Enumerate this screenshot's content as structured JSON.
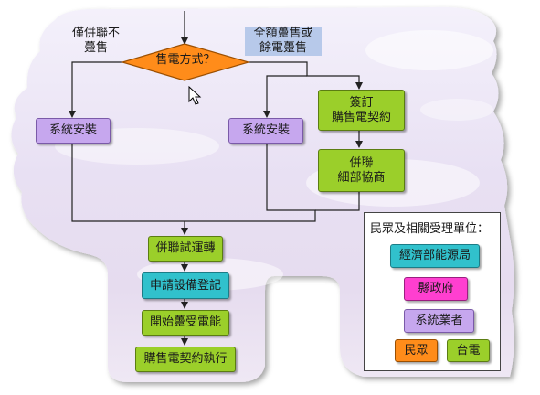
{
  "decision": {
    "label": "售電方式？"
  },
  "branches": {
    "left": "僅併聯不\n躉售",
    "right": "全額躉售或\n餘電躉售"
  },
  "nodes": {
    "left_install": "系統安裝",
    "right_install": "系統安裝",
    "sign_contract": "簽訂\n購售電契約",
    "grid_negotiation": "併聯\n細部協商",
    "trial_run": "併聯試運轉",
    "register": "申請設備登記",
    "start_sale": "開始躉受電能",
    "execute_contract": "購售電契約執行"
  },
  "legend": {
    "title": "民眾及相關受理單位：",
    "items": [
      "經濟部能源局",
      "縣政府",
      "系統業者",
      "民眾",
      "台電"
    ]
  },
  "colors": {
    "purple": "#c6a7ee",
    "green": "#9bcf2a",
    "teal": "#31c1cc",
    "pink": "#ff3fd0",
    "orange": "#ff8c1a",
    "decision": "#ff8c1a"
  },
  "icons": {
    "cursor": "mouse-pointer-icon"
  }
}
